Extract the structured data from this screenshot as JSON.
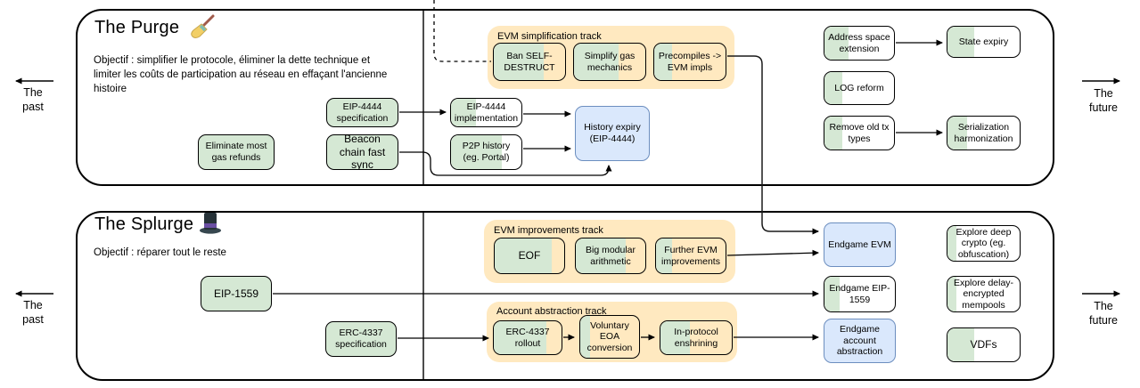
{
  "edges": {
    "past": "The past",
    "future": "The future"
  },
  "colors": {
    "done_green": "#d5e8d4",
    "endgame_blue": "#dae8fc",
    "blue_border": "#6c8ebf",
    "track_yellow": "#ffe9c0",
    "line_black": "#000000"
  },
  "panels": {
    "purge": {
      "title": "The Purge",
      "icon": "broom-icon",
      "objective": "Objectif : simplifier le protocole, éliminer la dette technique et limiter les coûts de participation au réseau en effaçant l'ancienne histoire",
      "tracks": {
        "evm_simplification": {
          "label": "EVM simplification track"
        }
      },
      "nodes": {
        "eliminate_gas_refunds": {
          "label": "Eliminate most gas refunds",
          "progress": 100
        },
        "eip4444_spec": {
          "label": "EIP-4444 specification",
          "progress": 100
        },
        "beacon_fast_sync": {
          "label": "Beacon chain fast sync",
          "progress": 100
        },
        "eip4444_impl": {
          "label": "EIP-4444 implementation",
          "progress": 35
        },
        "p2p_history": {
          "label": "P2P history (eg. Portal)",
          "progress": 72
        },
        "history_expiry": {
          "label": "History expiry (EIP-4444)",
          "style": "endgame"
        },
        "ban_selfdestruct": {
          "label": "Ban SELF-DESTRUCT",
          "progress": 70
        },
        "simplify_gas": {
          "label": "Simplify gas mechanics",
          "progress": 62
        },
        "precompiles_evm": {
          "label": "Precompiles -> EVM impls",
          "progress": 25
        },
        "address_space": {
          "label": "Address space extension",
          "progress": 35
        },
        "state_expiry": {
          "label": "State expiry",
          "progress": 37
        },
        "log_reform": {
          "label": "LOG reform",
          "progress": 25
        },
        "remove_old_tx": {
          "label": "Remove old tx types",
          "progress": 25
        },
        "serialization": {
          "label": "Serialization harmonization",
          "progress": 27
        }
      }
    },
    "splurge": {
      "title": "The Splurge",
      "icon": "top-hat-icon",
      "objective": "Objectif : réparer tout le reste",
      "tracks": {
        "evm_improvements": {
          "label": "EVM improvements track"
        },
        "account_abstraction": {
          "label": "Account abstraction track"
        }
      },
      "nodes": {
        "eip1559": {
          "label": "EIP-1559",
          "progress": 100
        },
        "erc4337_spec": {
          "label": "ERC-4337 specification",
          "progress": 100
        },
        "eof": {
          "label": "EOF",
          "progress": 82
        },
        "big_modular": {
          "label": "Big modular arithmetic",
          "progress": 72
        },
        "further_evm": {
          "label": "Further EVM improvements",
          "progress": 23
        },
        "erc4337_rollout": {
          "label": "ERC-4337 rollout",
          "progress": 77
        },
        "voluntary_eoa": {
          "label": "Voluntary EOA conversion",
          "progress": 17
        },
        "in_protocol": {
          "label": "In-protocol enshrining",
          "progress": 41
        },
        "endgame_evm": {
          "label": "Endgame EVM",
          "style": "endgame"
        },
        "endgame_eip1559": {
          "label": "Endgame EIP-1559",
          "progress": 22
        },
        "endgame_aa": {
          "label": "Endgame account abstraction",
          "style": "endgame"
        },
        "explore_deep_crypto": {
          "label": "Explore deep crypto (eg. obfuscation)",
          "progress": 12
        },
        "explore_delay": {
          "label": "Explore delay-encrypted mempools",
          "progress": 12
        },
        "vdfs": {
          "label": "VDFs",
          "progress": 37
        }
      }
    }
  }
}
